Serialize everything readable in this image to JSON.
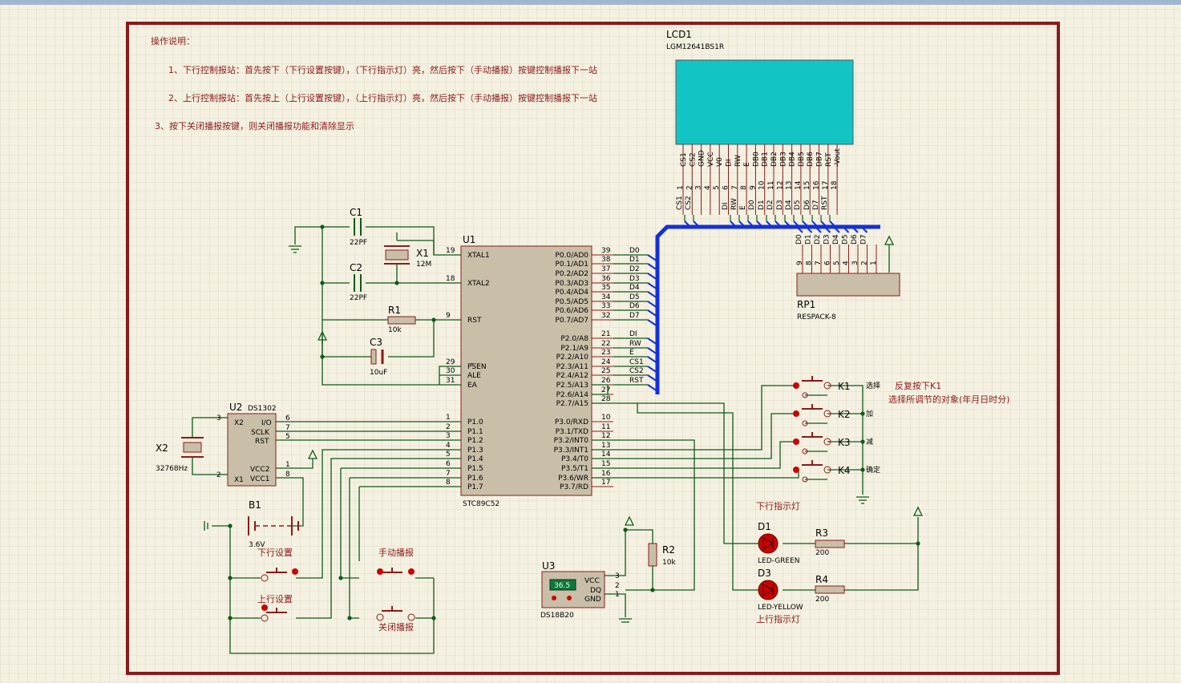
{
  "notes": {
    "title": "操作说明：",
    "line1": "1、下行控制报站：首先按下（下行设置按键），（下行指示灯）亮，然后按下（手动播报）按键控制播报下一站",
    "line2": "2、上行控制报站：首先按上（上行设置按键），（上行指示灯）亮，然后按下（手动播报）按键控制播报下一站",
    "line3": "3、按下关闭播报按键，则关闭播报功能和清除显示",
    "k1_hint1": "反复按下K1",
    "k1_hint2": "选择所调节的对象(年月日时分)"
  },
  "lcd": {
    "ref": "LCD1",
    "part": "LGM12641BS1R",
    "pins": [
      "CS1",
      "CS2",
      "GND",
      "VCC",
      "V0",
      "DI",
      "RW",
      "E",
      "DB0",
      "DB1",
      "DB2",
      "DB3",
      "DB4",
      "DB5",
      "DB6",
      "DB7",
      "RST",
      "-Vout"
    ],
    "pin_nums": [
      "1",
      "2",
      "3",
      "4",
      "5",
      "6",
      "7",
      "8",
      "9",
      "10",
      "11",
      "12",
      "13",
      "14",
      "15",
      "16",
      "17",
      "18"
    ],
    "net_labels": [
      "CS1",
      "CS2",
      "DI",
      "RW",
      "E",
      "D0",
      "D1",
      "D2",
      "D3",
      "D4",
      "D5",
      "D6",
      "D7",
      "RST"
    ]
  },
  "mcu": {
    "ref": "U1",
    "part": "STC89C52",
    "left_pins": [
      {
        "num": "19",
        "name": "XTAL1"
      },
      {
        "num": "18",
        "name": "XTAL2"
      },
      {
        "num": "9",
        "name": "RST"
      },
      {
        "num": "29",
        "name": "PSEN"
      },
      {
        "num": "30",
        "name": "ALE"
      },
      {
        "num": "31",
        "name": "EA"
      },
      {
        "num": "1",
        "name": "P1.0"
      },
      {
        "num": "2",
        "name": "P1.1"
      },
      {
        "num": "3",
        "name": "P1.2"
      },
      {
        "num": "4",
        "name": "P1.3"
      },
      {
        "num": "5",
        "name": "P1.4"
      },
      {
        "num": "6",
        "name": "P1.5"
      },
      {
        "num": "7",
        "name": "P1.6"
      },
      {
        "num": "8",
        "name": "P1.7"
      }
    ],
    "right_pins": [
      {
        "num": "39",
        "name": "P0.0/AD0",
        "net": "D0"
      },
      {
        "num": "38",
        "name": "P0.1/AD1",
        "net": "D1"
      },
      {
        "num": "37",
        "name": "P0.2/AD2",
        "net": "D2"
      },
      {
        "num": "36",
        "name": "P0.3/AD3",
        "net": "D3"
      },
      {
        "num": "35",
        "name": "P0.4/AD4",
        "net": "D4"
      },
      {
        "num": "34",
        "name": "P0.5/AD5",
        "net": "D5"
      },
      {
        "num": "33",
        "name": "P0.6/AD6",
        "net": "D6"
      },
      {
        "num": "32",
        "name": "P0.7/AD7",
        "net": "D7"
      },
      {
        "num": "21",
        "name": "P2.0/A8",
        "net": "DI"
      },
      {
        "num": "22",
        "name": "P2.1/A9",
        "net": "RW"
      },
      {
        "num": "23",
        "name": "P2.2/A10",
        "net": "E"
      },
      {
        "num": "24",
        "name": "P2.3/A11",
        "net": "CS1"
      },
      {
        "num": "25",
        "name": "P2.4/A12",
        "net": "CS2"
      },
      {
        "num": "26",
        "name": "P2.5/A13",
        "net": "RST"
      },
      {
        "num": "27",
        "name": "P2.6/A14",
        "net": ""
      },
      {
        "num": "28",
        "name": "P2.7/A15",
        "net": ""
      },
      {
        "num": "10",
        "name": "P3.0/RXD",
        "net": ""
      },
      {
        "num": "11",
        "name": "P3.1/TXD",
        "net": ""
      },
      {
        "num": "12",
        "name": "P3.2/INT0",
        "net": ""
      },
      {
        "num": "13",
        "name": "P3.3/INT1",
        "net": ""
      },
      {
        "num": "14",
        "name": "P3.4/T0",
        "net": ""
      },
      {
        "num": "15",
        "name": "P3.5/T1",
        "net": ""
      },
      {
        "num": "16",
        "name": "P3.6/WR",
        "net": ""
      },
      {
        "num": "17",
        "name": "P3.7/RD",
        "net": ""
      }
    ]
  },
  "crystal": {
    "ref": "X1",
    "value": "12M"
  },
  "c1": {
    "ref": "C1",
    "value": "22PF"
  },
  "c2": {
    "ref": "C2",
    "value": "22PF"
  },
  "c3": {
    "ref": "C3",
    "value": "10uF"
  },
  "r1": {
    "ref": "R1",
    "value": "10k"
  },
  "rtc": {
    "ref": "U2",
    "part": "DS1302",
    "pins": {
      "x2": "X2",
      "x1": "X1",
      "io": "I/O",
      "sclk": "SCLK",
      "rst": "RST",
      "vcc2": "VCC2",
      "vcc1": "VCC1"
    },
    "nums": {
      "x2": "3",
      "x1": "2",
      "io": "6",
      "sclk": "7",
      "rst": "5",
      "vcc2": "1",
      "vcc1": "8"
    }
  },
  "x2": {
    "ref": "X2",
    "value": "32768Hz"
  },
  "battery": {
    "ref": "B1",
    "value": "3.6V"
  },
  "rp1": {
    "ref": "RP1",
    "part": "RESPACK-8",
    "pins": [
      "9",
      "8",
      "7",
      "6",
      "5",
      "4",
      "3",
      "2",
      "1"
    ],
    "nets": [
      "D0",
      "D1",
      "D2",
      "D3",
      "D4",
      "D5",
      "D6",
      "D7"
    ]
  },
  "keys": [
    {
      "ref": "K1",
      "label": "选择"
    },
    {
      "ref": "K2",
      "label": "加"
    },
    {
      "ref": "K3",
      "label": "减"
    },
    {
      "ref": "K4",
      "label": "确定"
    }
  ],
  "buttons": {
    "down_set": "下行设置",
    "up_set": "上行设置",
    "manual": "手动播报",
    "close": "关闭播报"
  },
  "sensor": {
    "ref": "U3",
    "part": "DS18B20",
    "display": "36.5",
    "pins": [
      "VCC",
      "DQ",
      "GND"
    ],
    "nums": [
      "3",
      "2",
      "1"
    ]
  },
  "r2": {
    "ref": "R2",
    "value": "10k"
  },
  "d1": {
    "ref": "D1",
    "part": "LED-GREEN",
    "caption": "下行指示灯"
  },
  "d3": {
    "ref": "D3",
    "part": "LED-YELLOW",
    "caption": "上行指示灯"
  },
  "r3": {
    "ref": "R3",
    "value": "200"
  },
  "r4": {
    "ref": "R4",
    "value": "200"
  },
  "colors": {
    "wire": "#0f5a1a",
    "frame": "#8b1a1a",
    "body": "#c9bfa8",
    "lcd": "#13c4c4",
    "bus": "#1430d8"
  }
}
